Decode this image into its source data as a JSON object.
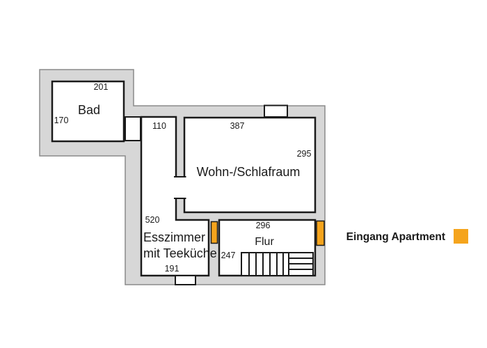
{
  "floorplan": {
    "rooms": {
      "bad": {
        "name": "Bad",
        "width_cm": "201",
        "height_cm": "170"
      },
      "corridor": {
        "width_cm": "110"
      },
      "wohnschlafraum": {
        "name": "Wohn-/Schlafraum",
        "width_cm": "387",
        "height_cm": "295"
      },
      "esszimmer": {
        "name_line1": "Esszimmer",
        "name_line2": "mit Teeküche",
        "length_cm": "520",
        "bottom_width_cm": "191"
      },
      "flur": {
        "name": "Flur",
        "width_cm": "296",
        "height_cm": "247"
      }
    },
    "legend": {
      "label": "Eingang Apartment"
    },
    "colors": {
      "wall": "#d7d7d7",
      "outline": "#1a1a1a",
      "entrance": "#F5A41D"
    }
  }
}
